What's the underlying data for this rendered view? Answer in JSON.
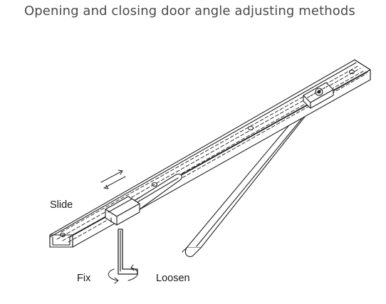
{
  "title": "Opening and closing door angle adjusting methods",
  "labels": {
    "slide": "Slide",
    "fix": "Fix",
    "loosen": "Loosen"
  },
  "icons": {
    "slide_direction": "double-arrow-icon",
    "rotate_direction": "rotate-arrows-icon",
    "hex_key": "hex-key-icon"
  }
}
